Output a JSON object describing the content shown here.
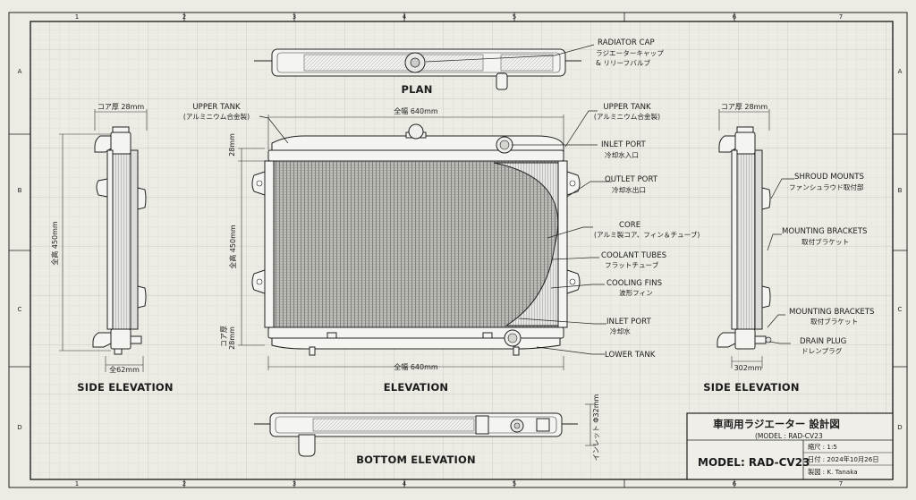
{
  "sheet": {
    "border_columns": [
      "1",
      "2",
      "3",
      "4",
      "5",
      "6",
      "7"
    ],
    "border_rows": [
      "A",
      "B",
      "C",
      "D"
    ]
  },
  "views": {
    "plan": "PLAN",
    "elevation": "ELEVATION",
    "side_left": "SIDE ELEVATION",
    "side_right": "SIDE ELEVATION",
    "bottom": "BOTTOM ELEVATION"
  },
  "labels": {
    "radiator_cap_en": "RADIATOR CAP",
    "radiator_cap_jp1": "ラジエーターキャップ",
    "radiator_cap_jp2": "& リリーフバルブ",
    "upper_tank_left_en": "UPPER TANK",
    "upper_tank_left_jp": "(アルミニウム合金製)",
    "upper_tank_right_en": "UPPER TANK",
    "upper_tank_right_jp": "(アルミニウム合金製)",
    "inlet_port_top_en": "INLET PORT",
    "inlet_port_top_jp": "冷却水入口",
    "outlet_port_en": "OUTLET PORT",
    "outlet_port_jp": "冷却水出口",
    "core_en": "CORE",
    "core_jp": "(アルミ製コア、フィン＆チューブ)",
    "coolant_tubes_en": "COOLANT TUBES",
    "coolant_tubes_jp": "フラットチューブ",
    "cooling_fins_en": "COOLING FINS",
    "cooling_fins_jp": "波形フィン",
    "inlet_port_bottom_en": "INLET PORT",
    "inlet_port_bottom_jp": "冷却水",
    "lower_tank_en": "LOWER TANK",
    "shroud_mounts_en": "SHROUD MOUNTS",
    "shroud_mounts_jp": "ファンシュラウド取付部",
    "mounting_brackets_1_en": "MOUNTING BRACKETS",
    "mounting_brackets_1_jp": "取付ブラケット",
    "mounting_brackets_2_en": "MOUNTING BRACKETS",
    "mounting_brackets_2_jp": "取付ブラケット",
    "drain_plug_en": "DRAIN PLUG",
    "drain_plug_jp": "ドレンプラグ"
  },
  "dimensions": {
    "core_thickness_left": "コア厚 28mm",
    "core_thickness_right": "コア厚 28mm",
    "width_top": "全幅 640mm",
    "width_bottom": "全幅 640mm",
    "height_left_side": "全高 450mm",
    "height_elevation": "全高 450mm",
    "tank_height_top": "28mm",
    "core_thickness_bottom_a": "コア厚",
    "core_thickness_bottom_b": "28mm",
    "side_left_depth": "全62mm",
    "side_right_depth": "302mm",
    "inlet_diameter": "インレット Φ32mm"
  },
  "title_block": {
    "title": "車両用ラジエーター 設計図",
    "model_sub": "(MODEL : RAD-CV23",
    "model_main": "MODEL: RAD-CV23",
    "scale": "縮尺 : 1:5",
    "date": "日付 : 2024年10月26日",
    "drawn_by": "製図 : K. Tanaka"
  },
  "colors": {
    "paper": "#ecebe4",
    "grid": "#cfcfc8",
    "grid_major": "#bdbdb5",
    "ink": "#1c1c1c",
    "core_fill": "#9a9a96"
  },
  "icons": {
    "cap": "radiator-cap-icon",
    "drain": "drain-plug-icon"
  }
}
